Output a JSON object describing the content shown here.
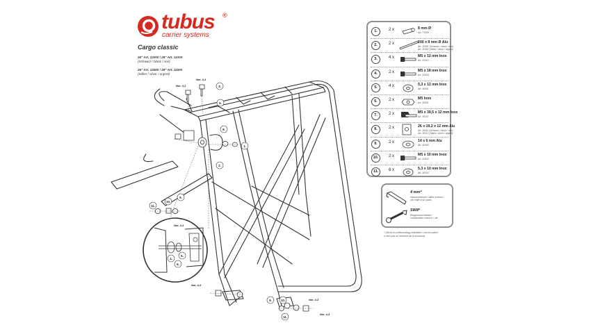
{
  "brand": {
    "name": "tubus",
    "registered": "®",
    "tagline": "carrier systems"
  },
  "product": {
    "title": "Cargo classic",
    "variants": [
      {
        "main": "26\" Art. 12000 / 28\" Art. 11000",
        "sub": "(Schwarz / black / noir)"
      },
      {
        "main": "26\" Art. 12500 / 28\" Art. 11500",
        "sub": "(Silber / silver / argent)"
      }
    ]
  },
  "parts": [
    {
      "num": "1.",
      "qty": "2 x",
      "icon": "cap-icon",
      "name": "8 mm Ø",
      "art": [
        "Art. 71008"
      ]
    },
    {
      "num": "2.",
      "qty": "2 x",
      "icon": "rod-icon",
      "name": "240 x 8 mm Ø Alu",
      "art": [
        "Art. 32401 (Schwarz / black / noir)",
        "Art. 32402 (Silber / silver / argent)"
      ]
    },
    {
      "num": "3.",
      "qty": "4 x",
      "icon": "screw-icon",
      "name": "M5 x 12 mm Inox",
      "art": [
        "Art. 41512"
      ]
    },
    {
      "num": "4.",
      "qty": "2 x",
      "icon": "screw-icon",
      "name": "M5 x 18 mm Inox",
      "art": [
        "Art. 41518"
      ]
    },
    {
      "num": "5.",
      "qty": "4 x",
      "icon": "washer-icon",
      "name": "5,3 x 12 mm Inox",
      "art": [
        "Art. 40551"
      ]
    },
    {
      "num": "6.",
      "qty": "2 x",
      "icon": "nut-icon",
      "name": "M5 Inox",
      "art": [
        "Art. 41051"
      ]
    },
    {
      "num": "7.",
      "qty": "2 x",
      "icon": "bolt-nut-icon",
      "name": "M5 x 39,5 x 12 mm Inox",
      "art": [
        "Art. 30211"
      ]
    },
    {
      "num": "8.",
      "qty": "2 x",
      "icon": "bracket-icon",
      "name": "26 x 19,2 x 12 mm Alu",
      "art": [
        "Art. 30111 (Schwarz / black / noir)",
        "Art. 30112 (Silber / silver / argent)"
      ]
    },
    {
      "num": "9.",
      "qty": "2 x",
      "icon": "spacer-icon",
      "name": "14 x 6 mm Alu",
      "art": [
        "Art. 40400"
      ]
    },
    {
      "num": "10.",
      "qty": "2 x",
      "icon": "screw-icon",
      "name": "M5 x 10 mm Inox",
      "art": [
        "Art. 41510"
      ]
    },
    {
      "num": "11.",
      "qty": "6 x",
      "icon": "washer-icon",
      "name": "5,3 x 10 mm Inox",
      "art": [
        "Art. 40150"
      ]
    }
  ],
  "tools": [
    {
      "icon": "hex-key-icon",
      "name": "4 mm*",
      "desc": [
        "Inbusschlüssel / allen wrench /",
        "clé mâle à six pans"
      ]
    },
    {
      "icon": "combination-wrench-icon",
      "name": "SW8*",
      "desc": [
        "Ringmaulschlüssel /",
        "combination wrench / clé"
      ]
    }
  ],
  "tools_note": [
    "* (Nicht im Lieferumfang enthalten / not included /",
    "n´étre pas un élément de la livraison)"
  ],
  "callouts": {
    "nm43": "Nm. 4,3",
    "n1": "1.",
    "n2": "2.",
    "n3": "3.",
    "n4": "4.",
    "n5": "5.",
    "n6": "6.",
    "n8": "8.",
    "n9": "9.",
    "n10": "10.",
    "n11": "11."
  }
}
